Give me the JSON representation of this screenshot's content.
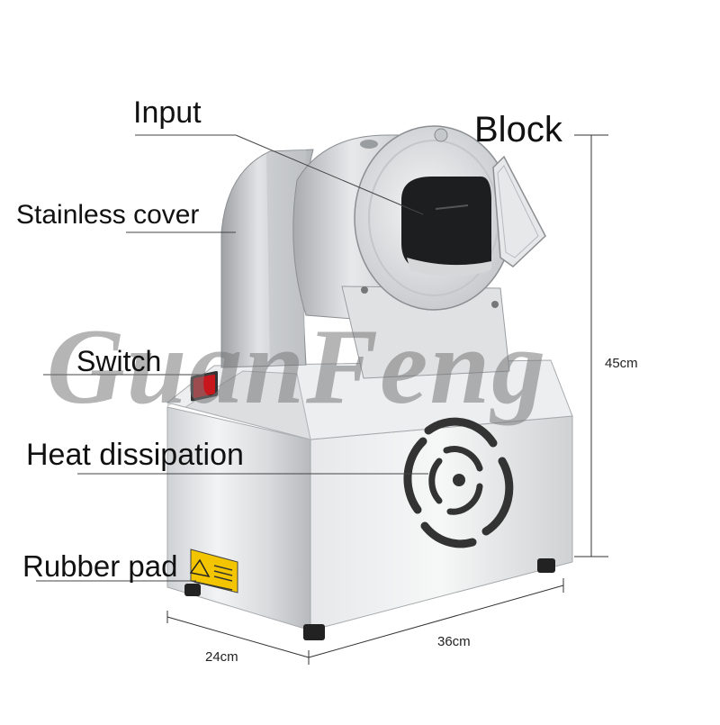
{
  "labels": {
    "input": "Input",
    "block": "Block",
    "stainless_cover": "Stainless cover",
    "switch": "Switch",
    "heat_dissipation": "Heat dissipation",
    "rubber_pad": "Rubber pad"
  },
  "dimensions": {
    "height": "45cm",
    "width": "36cm",
    "depth": "24cm"
  },
  "watermark": "GuanFeng",
  "colors": {
    "steel_light": "#e4e6e8",
    "steel_mid": "#b9bcbf",
    "steel_dark": "#8a8d90",
    "switch_red": "#c8161d",
    "warning_yellow": "#f2c500"
  }
}
